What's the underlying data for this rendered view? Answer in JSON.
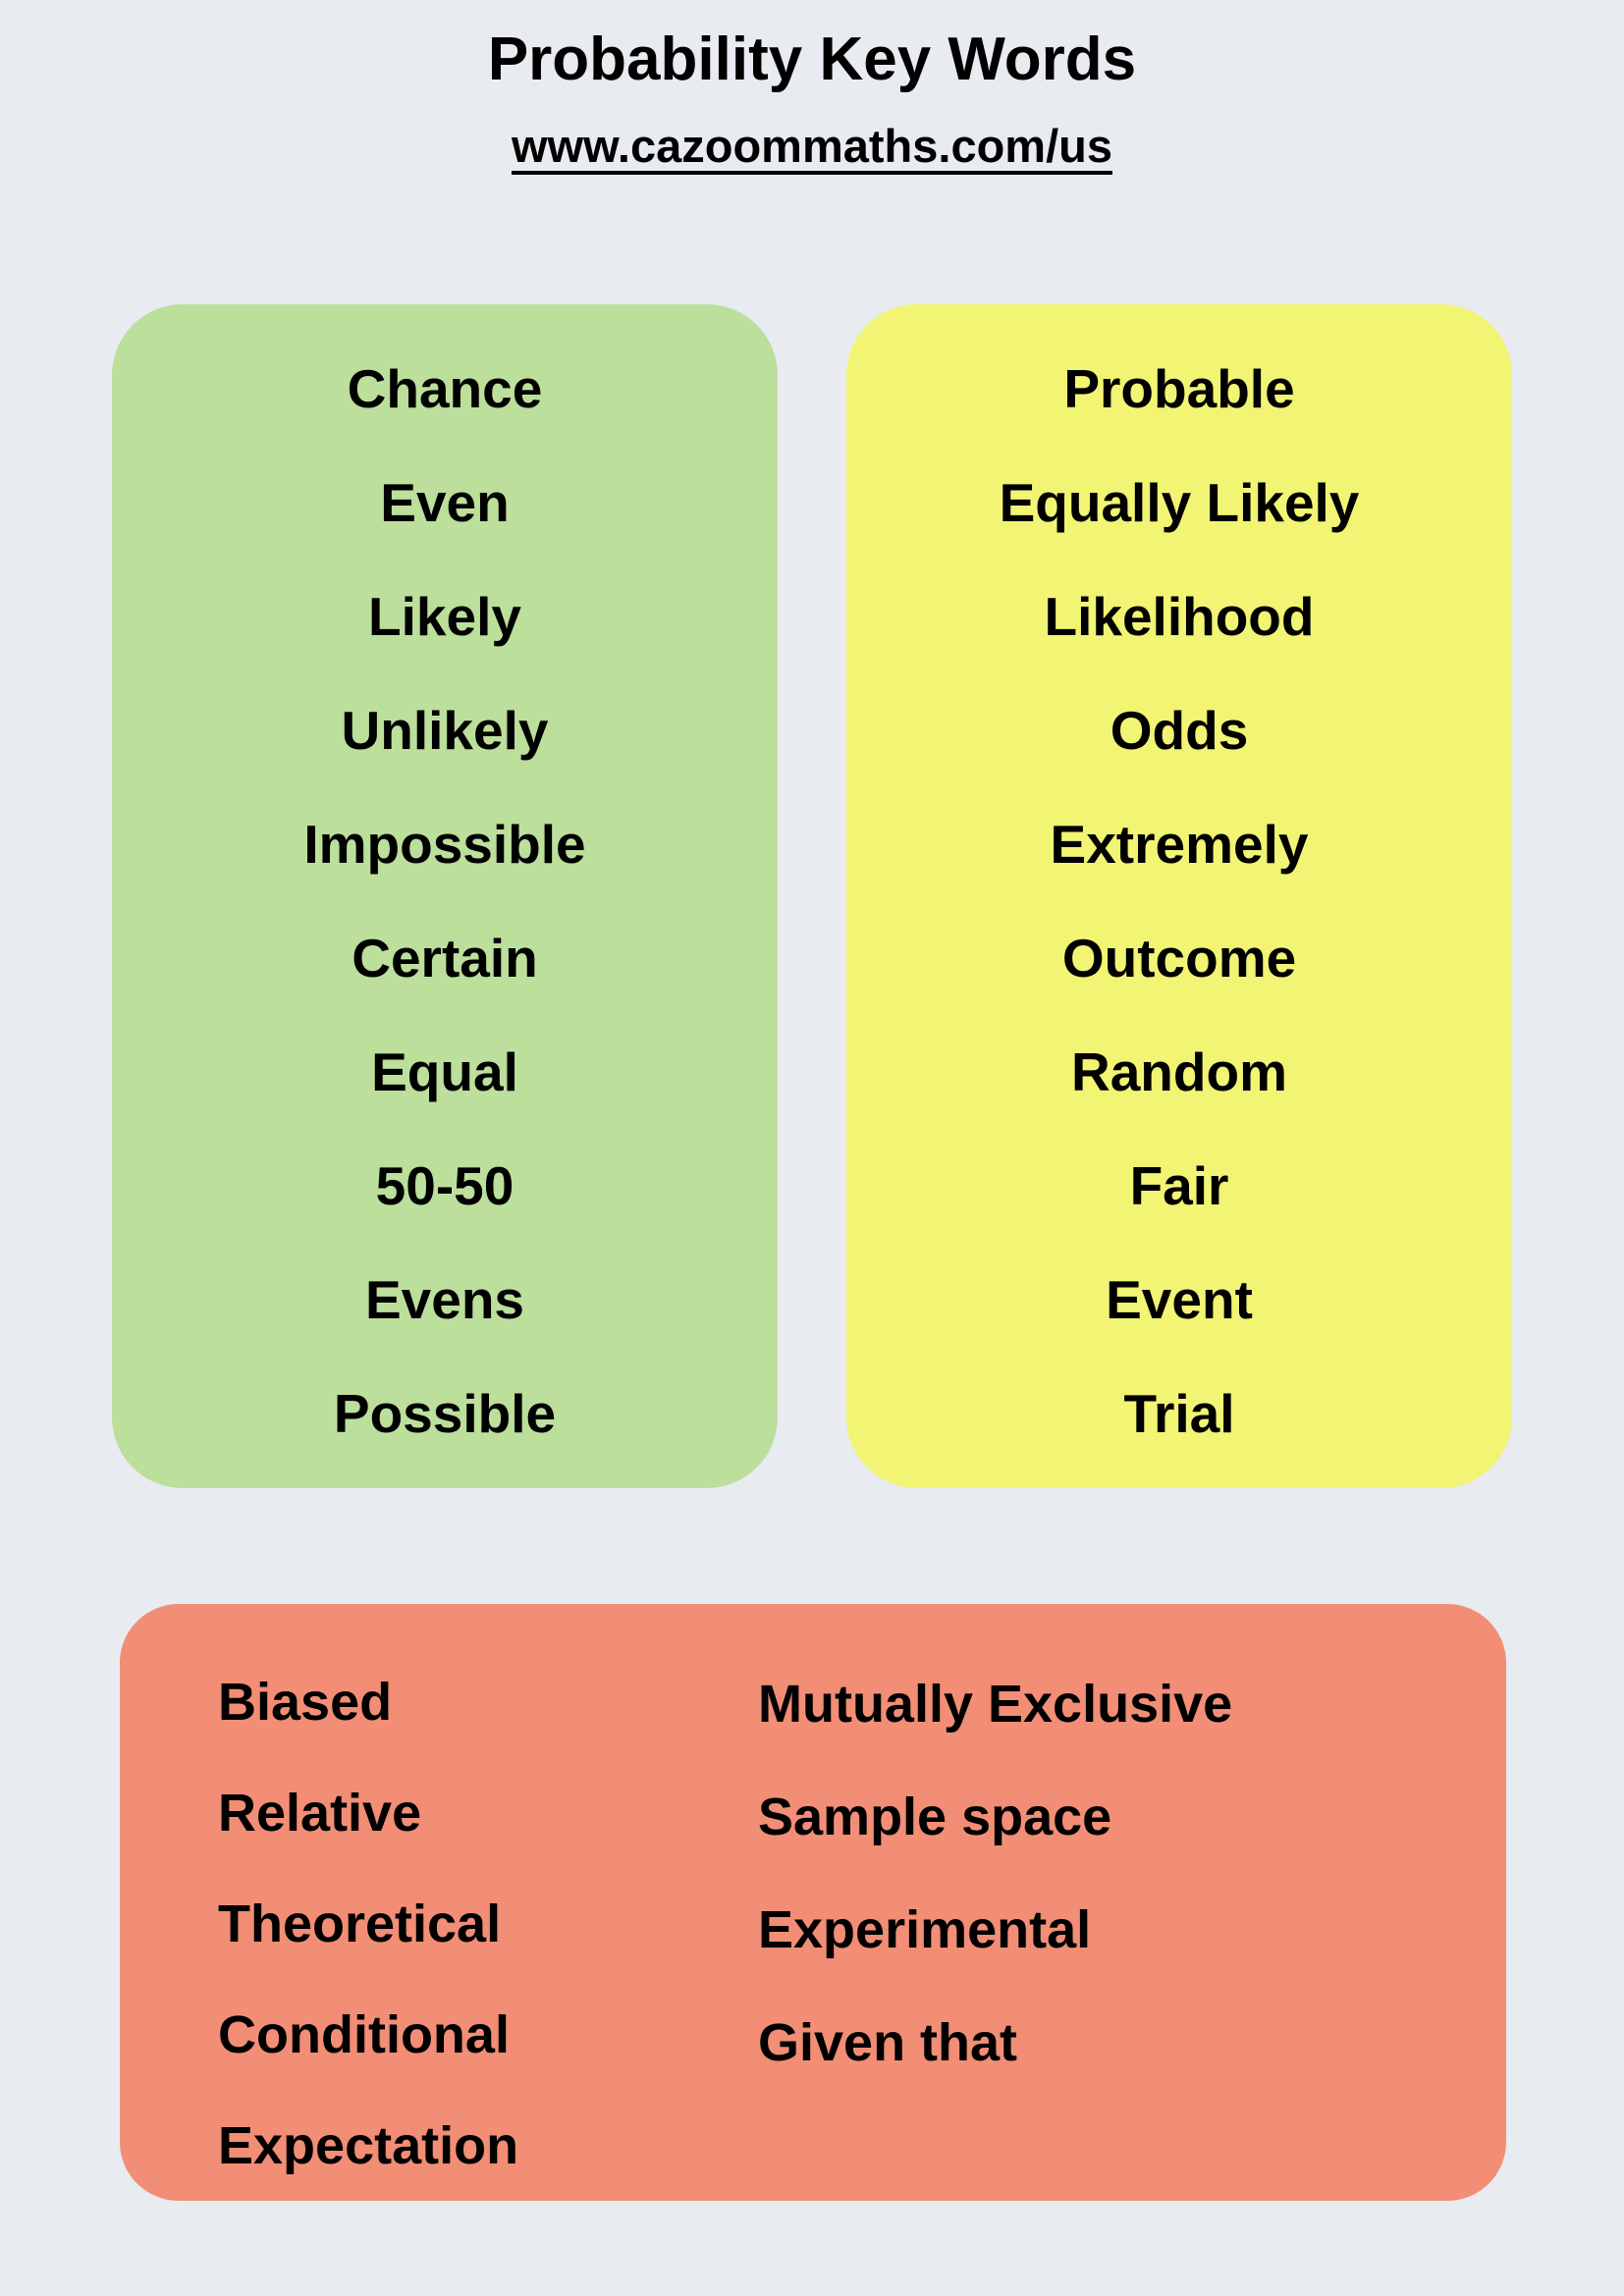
{
  "header": {
    "title": "Probability Key Words",
    "subtitle": "www.cazoommaths.com/us"
  },
  "colors": {
    "page_background": "#e8ebf0",
    "green_card": "#bcdf9c",
    "yellow_card": "#f2f473",
    "orange_card": "#f18e75",
    "text": "#000000"
  },
  "cards": [
    {
      "id": "green-card",
      "color": "#bcdf9c",
      "words": [
        "Chance",
        "Even",
        "Likely",
        "Unlikely",
        "Impossible",
        "Certain",
        "Equal",
        "50-50",
        "Evens",
        "Possible"
      ]
    },
    {
      "id": "yellow-card",
      "color": "#f2f473",
      "words": [
        "Probable",
        "Equally Likely",
        "Likelihood",
        "Odds",
        "Extremely",
        "Outcome",
        "Random",
        "Fair",
        "Event",
        "Trial"
      ]
    }
  ],
  "bottom_card": {
    "id": "orange-card",
    "color": "#f18e75",
    "left_column": [
      "Biased",
      "Relative",
      "Theoretical",
      "Conditional",
      "Expectation"
    ],
    "right_column": [
      "Mutually Exclusive",
      "Sample space",
      "Experimental",
      "Given that"
    ]
  }
}
